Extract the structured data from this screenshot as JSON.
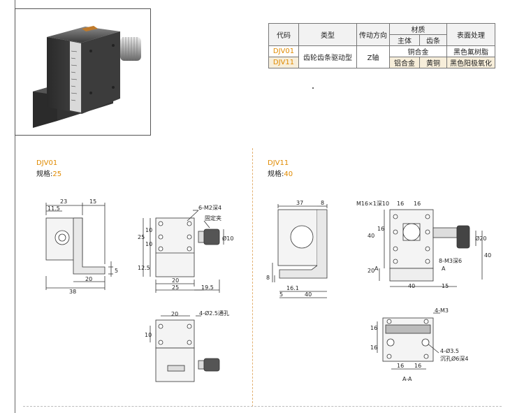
{
  "table": {
    "h_code": "代码",
    "h_type": "类型",
    "h_drive": "传动方向",
    "h_material": "材质",
    "h_main": "主体",
    "h_rack": "齿条",
    "h_surface": "表面处理",
    "r1_code": "DJV01",
    "r2_code": "DJV11",
    "type": "齿轮齿条驱动型",
    "drive": "Z轴",
    "r1_material": "铜合金",
    "r2_main": "铝合金",
    "r2_rack": "黄铜",
    "r1_surface": "黑色氟树脂",
    "r2_surface": "黑色阳极氧化"
  },
  "djv01": {
    "title": "DJV01",
    "spec_label": "规格:",
    "spec_value": "25",
    "dims": {
      "d23": "23",
      "d15": "15",
      "d11_5": "11.5",
      "d20": "20",
      "d38": "38",
      "d5": "5",
      "m2": "6-M2深4",
      "fix": "固定夹",
      "d10a": "10",
      "d25": "25",
      "d10b": "10",
      "d12_5": "12.5",
      "d20b": "20",
      "d25b": "25",
      "d19_5": "19.5",
      "phi10": "Ø10",
      "d20c": "20",
      "hole": "4-Ø2.5通孔",
      "d10c": "10"
    }
  },
  "djv11": {
    "title": "DJV11",
    "spec_label": "规格:",
    "spec_value": "40",
    "dims": {
      "d37": "37",
      "d8": "8",
      "d8b": "8",
      "d16_1": "16.1",
      "d5": "5",
      "d40": "40",
      "m16": "M16×1深10",
      "d16a": "16",
      "d16b": "16",
      "d40b": "40",
      "d16c": "16",
      "d20": "20",
      "aa": "A",
      "m3": "8-M3深6",
      "d40c": "40",
      "d15": "15",
      "phi20": "Ø20",
      "d40d": "40",
      "m3b": "4-M3",
      "phi3_5": "4-Ø3.5",
      "sink": "沉孔Ø6深4",
      "d16d": "16",
      "d16e": "16",
      "d16f": "16",
      "d16g": "16",
      "section": "A-A"
    }
  }
}
